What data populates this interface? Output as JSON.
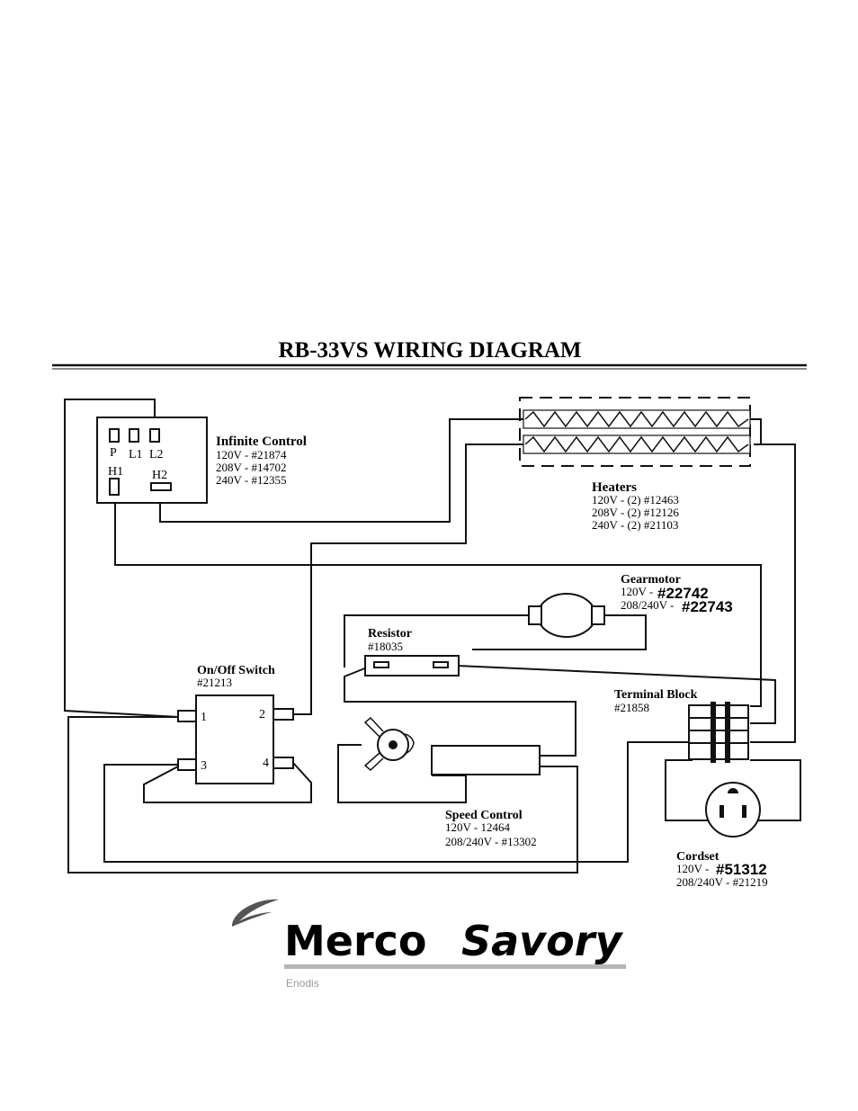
{
  "title": "RB-33VS WIRING DIAGRAM",
  "infinite_control": {
    "label": "Infinite Control",
    "line1": "120V - #21874",
    "line2": "208V - #14702",
    "line3": "240V - #12355",
    "terminals": {
      "p": "P",
      "l1": "L1",
      "l2": "L2",
      "h1": "H1",
      "h2": "H2"
    }
  },
  "heaters": {
    "label": "Heaters",
    "line1": "120V - (2) #12463",
    "line2": "208V - (2) #12126",
    "line3": "240V - (2) #21103"
  },
  "gearmotor": {
    "label": "Gearmotor",
    "line1_prefix": "120V -",
    "line1_num": "#22742",
    "line2_prefix": "208/240V -",
    "line2_num": "#22743"
  },
  "resistor": {
    "label": "Resistor",
    "part": "#18035"
  },
  "on_off_switch": {
    "label": "On/Off Switch",
    "part": "#21213",
    "terminals": {
      "t1": "1",
      "t2": "2",
      "t3": "3",
      "t4": "4"
    }
  },
  "terminal_block": {
    "label": "Terminal Block",
    "part": "#21858"
  },
  "speed_control": {
    "label": "Speed Control",
    "line1": "120V - 12464",
    "line2": "208/240V - #13302"
  },
  "cordset": {
    "label": "Cordset",
    "line1_prefix": "120V -",
    "line1_num": "#51312",
    "line2": "208/240V - #21219"
  },
  "logo": {
    "brand_part1": "Merco",
    "brand_part2": "Savory",
    "sub": "Enodis"
  }
}
